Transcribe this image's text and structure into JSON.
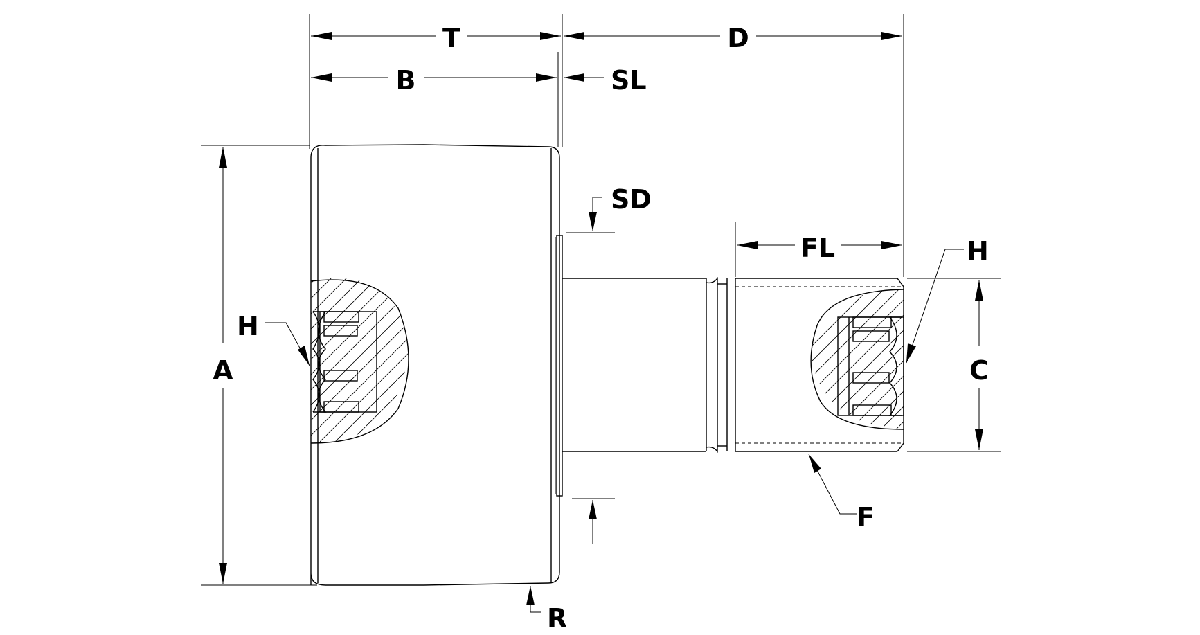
{
  "labels": {
    "T": "T",
    "D": "D",
    "B": "B",
    "SL": "SL",
    "SD": "SD",
    "FL": "FL",
    "H_right": "H",
    "H_left": "H",
    "A": "A",
    "C": "C",
    "F": "F",
    "R": "R"
  }
}
